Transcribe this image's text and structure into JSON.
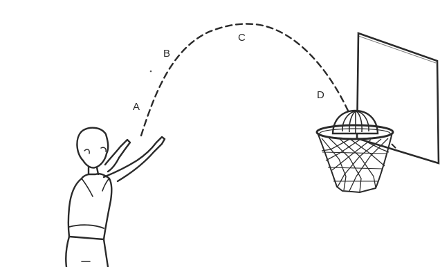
{
  "figure": {
    "points": [
      {
        "id": "A",
        "label": "A"
      },
      {
        "id": "B",
        "label": "B"
      },
      {
        "id": "C",
        "label": "C"
      },
      {
        "id": "D",
        "label": "D"
      }
    ],
    "trajectory_style": "dashed",
    "subject": "person-shooting-basketball",
    "target": "basketball-hoop-with-backboard",
    "ink_color": "#2a2a2a",
    "background_color": "#ffffff"
  }
}
